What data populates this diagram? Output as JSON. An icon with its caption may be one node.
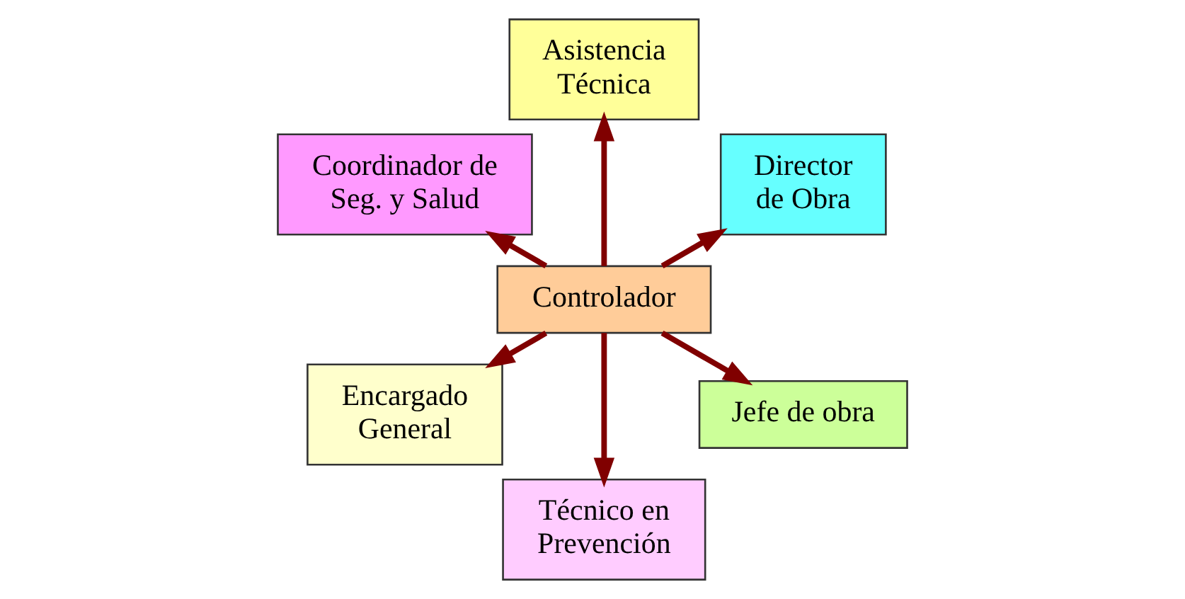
{
  "diagram": {
    "nodes": [
      {
        "text": [
          "Director de Obra"
        ]
      },
      {
        "text": [
          "Asistencia Técnica"
        ]
      },
      {
        "text": [
          "Coordinador de Seg. y Salud"
        ]
      },
      {
        "text": [
          "Controlador"
        ]
      },
      {
        "text": [
          "Encargado General"
        ]
      },
      {
        "text": [
          "Técnico en Prevención"
        ]
      },
      {
        "text": [
          "Jefe de obra"
        ]
      }
    ],
    "edges": [
      {
        "from": 3,
        "to": 0,
        "arrow": "to"
      },
      {
        "from": 3,
        "to": 1,
        "arrow": "to"
      },
      {
        "from": 3,
        "to": 2,
        "arrow": "to"
      },
      {
        "from": 3,
        "to": 4,
        "arrow": "to"
      },
      {
        "from": 3,
        "to": 5,
        "arrow": "to"
      },
      {
        "from": 3,
        "to": 6,
        "arrow": "to"
      }
    ]
  }
}
